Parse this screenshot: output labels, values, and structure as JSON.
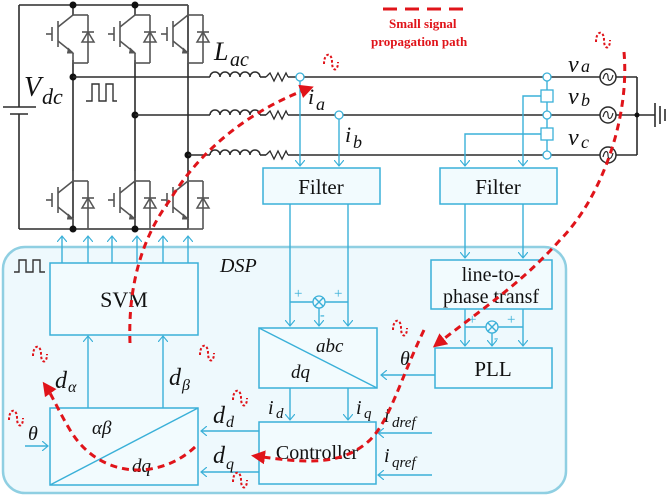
{
  "diagram": {
    "title": "Small signal propagation path in grid-connected inverter with DSP control",
    "legend": {
      "line1": "Small signal",
      "line2": "propagation path",
      "color": "#e0141a"
    },
    "power_stage": {
      "dc_source_label": "V",
      "dc_source_sub": "dc",
      "inductor_label": "L",
      "inductor_sub": "ac",
      "current_a": "i",
      "current_a_sub": "a",
      "current_b": "i",
      "current_b_sub": "b",
      "voltage_a": "v",
      "voltage_a_sub": "a",
      "voltage_b": "v",
      "voltage_b_sub": "b",
      "voltage_c": "v",
      "voltage_c_sub": "c"
    },
    "blocks": {
      "filter_current": "Filter",
      "filter_voltage": "Filter",
      "dsp_label": "DSP",
      "svm": "SVM",
      "line_to_phase_1": "line-to-",
      "line_to_phase_2": "phase transf",
      "pll": "PLL",
      "abc_dq_top": "abc",
      "abc_dq_bottom": "dq",
      "ab_dq_top": "αβ",
      "ab_dq_bottom": "dq",
      "controller": "Controller"
    },
    "signals": {
      "theta_pll": "θ",
      "theta_inv": "θ",
      "id": "i",
      "id_sub": "d",
      "iq": "i",
      "iq_sub": "q",
      "idref": "i",
      "idref_sub": "dref",
      "iqref": "i",
      "iqref_sub": "qref",
      "dd": "d",
      "dd_sub": "d",
      "dq": "d",
      "dq_sub": "q",
      "dalpha": "d",
      "dalpha_sub": "α",
      "dbeta": "d",
      "dbeta_sub": "β",
      "plus": "+",
      "minus": "-"
    },
    "colors": {
      "control_blue": "#3ab0d8",
      "dsp_fill": "#eef9fd",
      "path_red": "#e0141a",
      "circuit": "#2b2b2b"
    }
  }
}
